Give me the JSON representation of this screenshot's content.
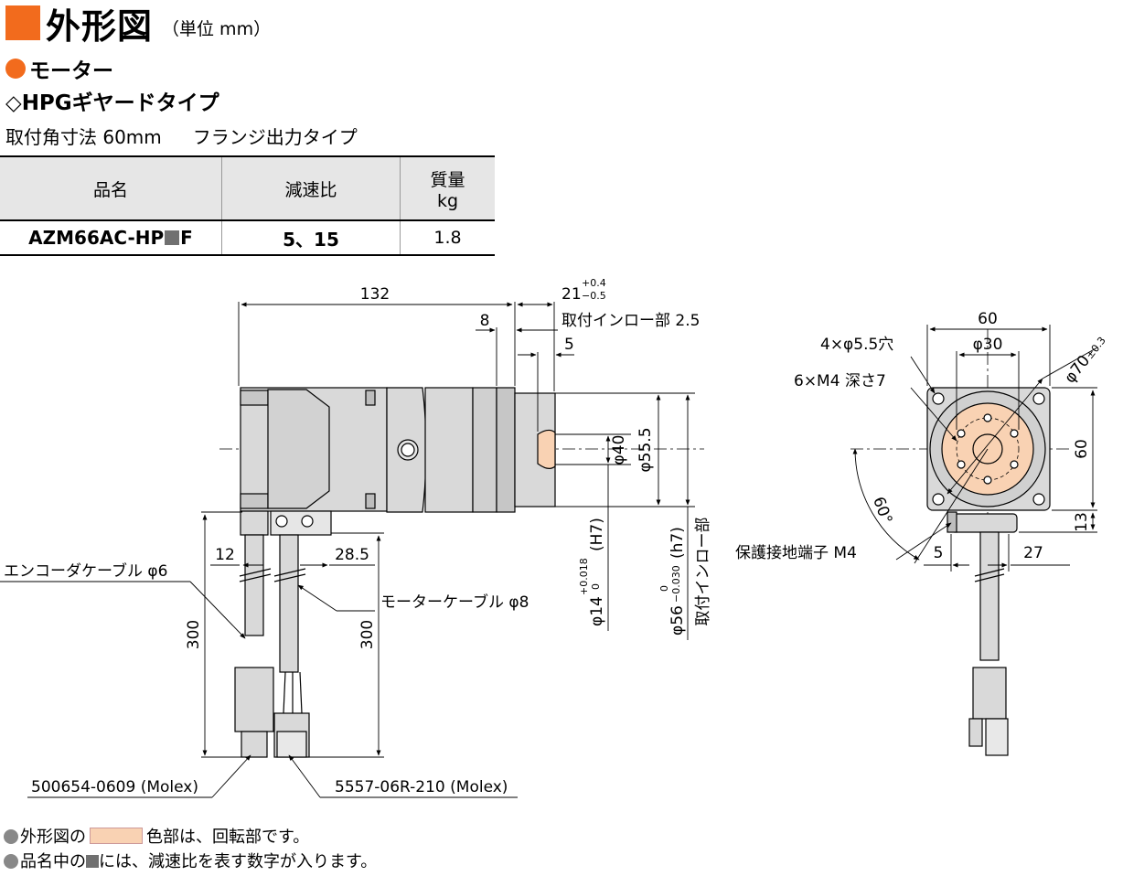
{
  "header": {
    "title": "外形図",
    "unit": "（単位 mm）"
  },
  "section": {
    "motor": "モーター",
    "gear_type": "◇HPGギヤードタイプ",
    "flange": "取付角寸法 60mm",
    "output": "フランジ出力タイプ"
  },
  "spec_table": {
    "headers": [
      "品名",
      "減速比",
      "質量",
      "kg"
    ],
    "rows": [
      {
        "model_prefix": "AZM66AC-HP",
        "model_suffix": "F",
        "ratio": "5、15",
        "mass": "1.8"
      }
    ]
  },
  "dims": {
    "d132": "132",
    "d21": "21",
    "tol21_up": "+0.4",
    "tol21_dn": "−0.5",
    "d8": "8",
    "pilot": "取付インロー部 2.5",
    "d5": "5",
    "d40": "φ40",
    "d555": "φ55.5",
    "d14": "φ14",
    "d14_tol_up": "+0.018",
    "d14_tol_dn": "0",
    "d14_fit": "(H7)",
    "d56": "φ56",
    "d56_tol_up": "0",
    "d56_tol_dn": "−0.030",
    "d56_fit": "(h7)",
    "pilot_v": "取付インロー部",
    "d12": "12",
    "d285": "28.5",
    "d300a": "300",
    "d300b": "300",
    "enc_cable": "エンコーダケーブル φ6",
    "mot_cable": "モーターケーブル φ8",
    "conn1": "500654-0609 (Molex)",
    "conn2": "5557-06R-210 (Molex)",
    "d60top": "60",
    "d30": "φ30",
    "d70": "φ70",
    "d70_tol": "±0.3",
    "holes": "4×φ5.5穴",
    "taps": "6×M4 深さ7",
    "d60right": "60",
    "d13": "13",
    "angle": "60°",
    "ground": "保護接地端子 M4",
    "d5b": "5",
    "d27": "27"
  },
  "notes": {
    "n1_a": "外形図の",
    "n1_b": "色部は、回転部です。",
    "n2_a": "品名中の",
    "n2_b": "には、減速比を表す数字が入ります。"
  },
  "colors": {
    "accent": "#f26b1d",
    "rotating": "#f9d2b3",
    "body": "#d9d9d9"
  }
}
